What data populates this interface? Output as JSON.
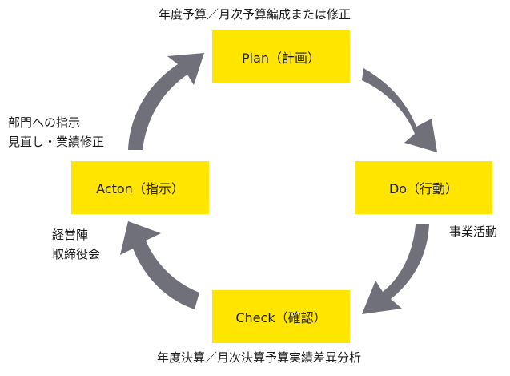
{
  "colors": {
    "box_fill": "#FFE500",
    "arrow_fill": "#70707A"
  },
  "boxes": {
    "plan": "Plan（計画）",
    "do": "Do（行動）",
    "check": "Check（確認）",
    "act": "Acton（指示）"
  },
  "labels": {
    "top": "年度予算／月次予算編成または修正",
    "bottom": "年度決算／月次決算予算実績差異分析",
    "right": "事業活動",
    "left_upper": [
      "部門への指示",
      "見直し・業績修正"
    ],
    "left_lower": [
      "経営陣",
      "取締役会"
    ]
  }
}
